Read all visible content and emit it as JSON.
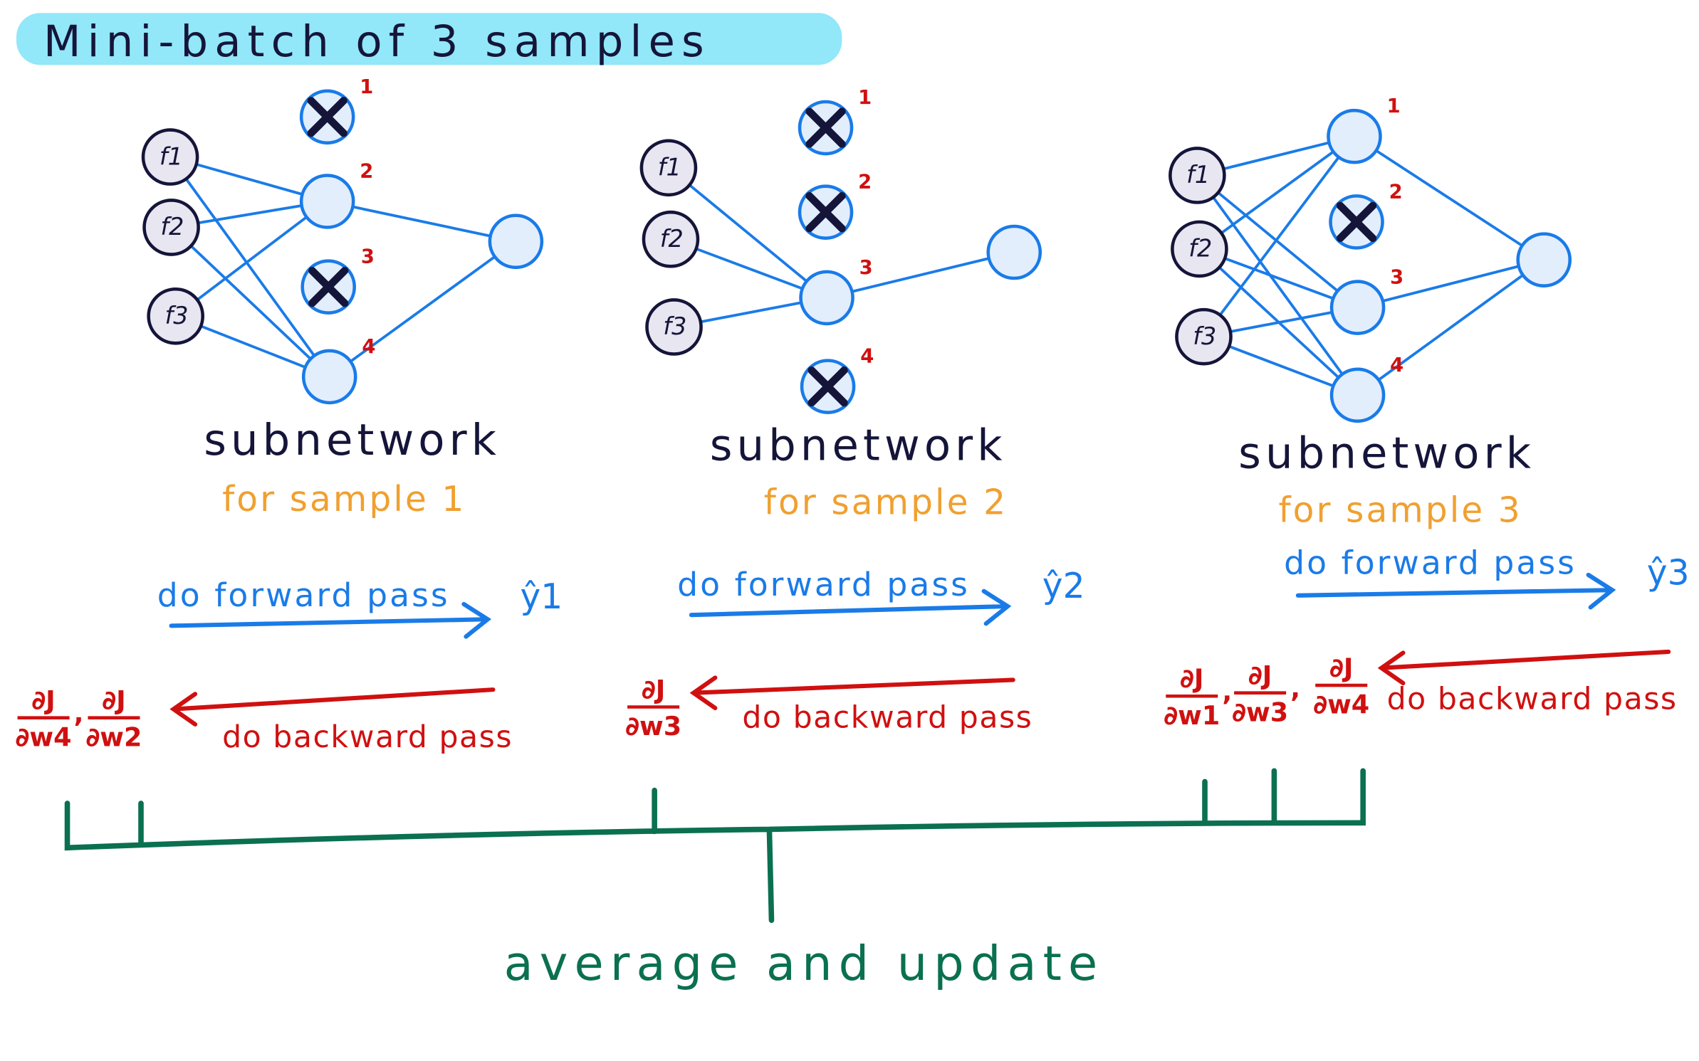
{
  "title": "Mini-batch of 3 samples",
  "colors": {
    "highlight": "#7fe3f8",
    "edge": "#1a7be8",
    "neuron_fill": "#e2eefc",
    "input_fill": "#e8e6f0",
    "cross": "#15153a",
    "forward": "#1a7be8",
    "backward": "#d01010",
    "sample_label": "#f0a030",
    "bracket": "#0a7050"
  },
  "networks": [
    {
      "subnetwork_label": "subnetwork",
      "sample_label": "for sample 1",
      "inputs": [
        "f1",
        "f2",
        "f3"
      ],
      "hidden_numbers": [
        "1",
        "2",
        "3",
        "4"
      ],
      "dropped": [
        1,
        3
      ],
      "forward_label": "do forward pass",
      "output_label": "ŷ1",
      "backward_label": "do backward pass",
      "gradients": [
        {
          "num": "∂J",
          "den": "∂w4"
        },
        {
          "num": "∂J",
          "den": "∂w2"
        }
      ]
    },
    {
      "subnetwork_label": "subnetwork",
      "sample_label": "for sample 2",
      "inputs": [
        "f1",
        "f2",
        "f3"
      ],
      "hidden_numbers": [
        "1",
        "2",
        "3",
        "4"
      ],
      "dropped": [
        1,
        2,
        4
      ],
      "forward_label": "do forward pass",
      "output_label": "ŷ2",
      "backward_label": "do backward pass",
      "gradients": [
        {
          "num": "∂J",
          "den": "∂w3"
        }
      ]
    },
    {
      "subnetwork_label": "subnetwork",
      "sample_label": "for sample 3",
      "inputs": [
        "f1",
        "f2",
        "f3"
      ],
      "hidden_numbers": [
        "1",
        "2",
        "3",
        "4"
      ],
      "dropped": [
        2
      ],
      "forward_label": "do forward pass",
      "output_label": "ŷ3",
      "backward_label": "do backward pass",
      "gradients": [
        {
          "num": "∂J",
          "den": "∂w1"
        },
        {
          "num": "∂J",
          "den": "∂w3"
        },
        {
          "num": "∂J",
          "den": "∂w4"
        }
      ]
    }
  ],
  "bottom_label": "average and update"
}
